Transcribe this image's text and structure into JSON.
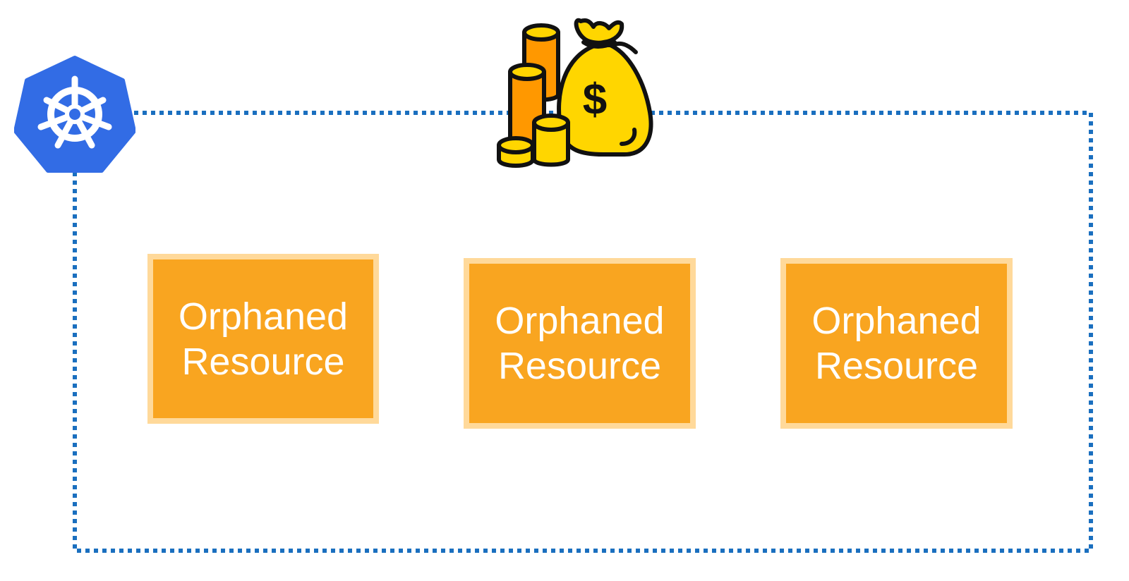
{
  "diagram": {
    "boundary_color": "#1a6fbf",
    "k8s_logo": {
      "icon": "kubernetes-helm-icon",
      "color": "#326ce5"
    },
    "cost_icon": {
      "icon": "money-bag-coins-icon",
      "symbol": "$"
    },
    "resources": [
      {
        "line1": "Orphaned",
        "line2": "Resource"
      },
      {
        "line1": "Orphaned",
        "line2": "Resource"
      },
      {
        "line1": "Orphaned",
        "line2": "Resource"
      }
    ],
    "colors": {
      "resource_fill": "#f9a520",
      "resource_border": "#ffd99a",
      "resource_text": "#ffffff",
      "bag": "#ffd600",
      "coins_orange": "#ff9800",
      "coins_yellow": "#ffd600"
    }
  }
}
